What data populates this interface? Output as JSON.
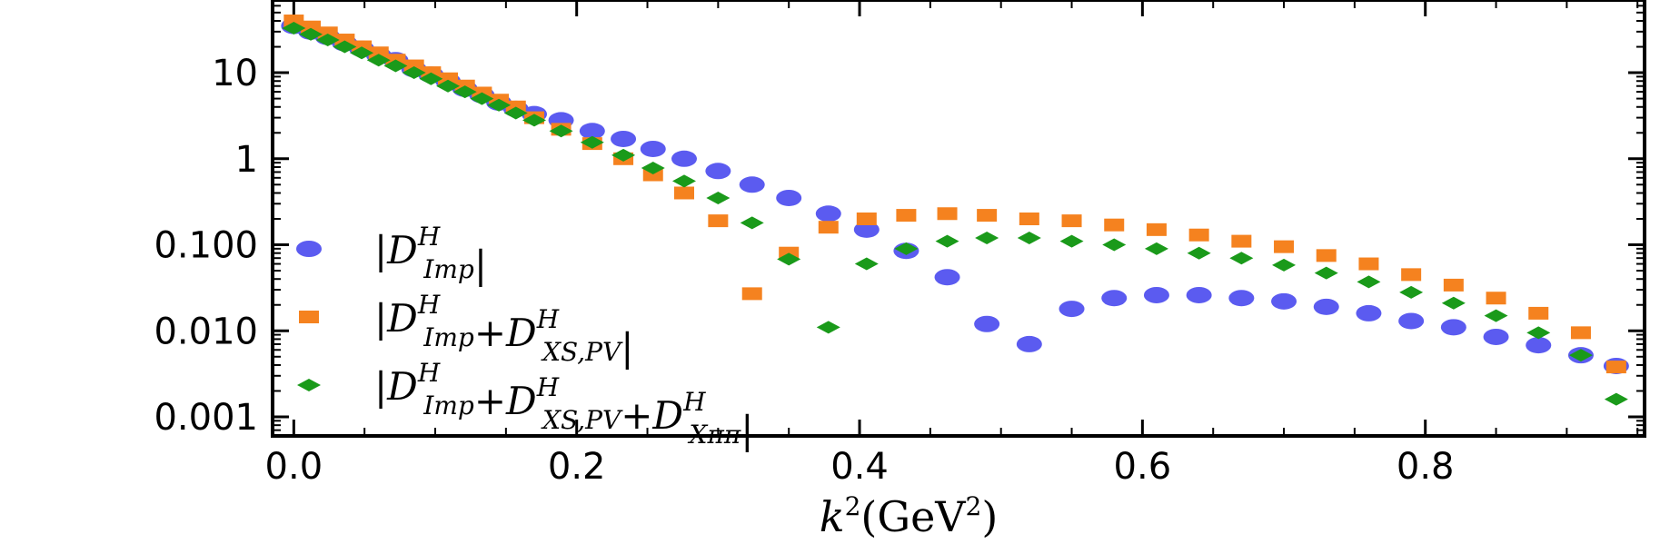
{
  "chart_data": {
    "type": "scatter",
    "title": "",
    "xlabel_main": "k",
    "xlabel_sup": "2",
    "xlabel_unit": "(GeV",
    "xlabel_unit_sup": "2",
    "xlabel_close": ")",
    "ylabel": "",
    "x_scale": "linear",
    "y_scale": "log",
    "xlim": [
      -0.015,
      0.955
    ],
    "ylim": [
      0.0006,
      70
    ],
    "x_ticks": [
      0.0,
      0.2,
      0.4,
      0.6,
      0.8
    ],
    "x_tick_labels": [
      "0.0",
      "0.2",
      "0.4",
      "0.6",
      "0.8"
    ],
    "y_ticks": [
      0.001,
      0.01,
      0.1,
      1,
      10
    ],
    "y_tick_labels": [
      "0.001",
      "0.010",
      "0.100",
      "1",
      "10"
    ],
    "legend_position": "lower-left",
    "series": [
      {
        "marker": "ellipse",
        "color": "#5b5bf0",
        "legend": {
          "prefix": "|D",
          "sup": "H",
          "parts": [
            {
              "sub": "Imp",
              "join": ""
            }
          ],
          "suffix": "|"
        },
        "points": [
          [
            0.0,
            35
          ],
          [
            0.012,
            30
          ],
          [
            0.024,
            26
          ],
          [
            0.036,
            22
          ],
          [
            0.048,
            19
          ],
          [
            0.06,
            16
          ],
          [
            0.072,
            14
          ],
          [
            0.085,
            11
          ],
          [
            0.097,
            9.5
          ],
          [
            0.109,
            8
          ],
          [
            0.121,
            6.5
          ],
          [
            0.133,
            5.5
          ],
          [
            0.145,
            4.5
          ],
          [
            0.157,
            3.8
          ],
          [
            0.17,
            3.3
          ],
          [
            0.189,
            2.8
          ],
          [
            0.211,
            2.1
          ],
          [
            0.233,
            1.7
          ],
          [
            0.254,
            1.3
          ],
          [
            0.276,
            1.0
          ],
          [
            0.3,
            0.72
          ],
          [
            0.324,
            0.5
          ],
          [
            0.35,
            0.35
          ],
          [
            0.378,
            0.23
          ],
          [
            0.405,
            0.15
          ],
          [
            0.433,
            0.085
          ],
          [
            0.462,
            0.042
          ],
          [
            0.49,
            0.012
          ],
          [
            0.52,
            0.007
          ],
          [
            0.55,
            0.018
          ],
          [
            0.58,
            0.024
          ],
          [
            0.61,
            0.026
          ],
          [
            0.64,
            0.026
          ],
          [
            0.67,
            0.024
          ],
          [
            0.7,
            0.022
          ],
          [
            0.73,
            0.019
          ],
          [
            0.76,
            0.016
          ],
          [
            0.79,
            0.013
          ],
          [
            0.82,
            0.011
          ],
          [
            0.85,
            0.0085
          ],
          [
            0.88,
            0.0068
          ],
          [
            0.91,
            0.0052
          ],
          [
            0.935,
            0.0039
          ]
        ]
      },
      {
        "marker": "square",
        "color": "#f5821f",
        "legend": {
          "prefix": "|D",
          "sup": "H",
          "parts": [
            {
              "sub": "Imp",
              "join": ""
            },
            {
              "sub": "XS,PV",
              "join": "+"
            }
          ],
          "suffix": "|"
        },
        "points": [
          [
            0.0,
            40
          ],
          [
            0.012,
            34
          ],
          [
            0.024,
            29
          ],
          [
            0.036,
            24
          ],
          [
            0.048,
            20
          ],
          [
            0.06,
            17
          ],
          [
            0.072,
            14
          ],
          [
            0.085,
            12
          ],
          [
            0.097,
            10
          ],
          [
            0.109,
            8.5
          ],
          [
            0.121,
            7
          ],
          [
            0.133,
            5.8
          ],
          [
            0.145,
            4.8
          ],
          [
            0.157,
            4.0
          ],
          [
            0.17,
            3.0
          ],
          [
            0.189,
            2.2
          ],
          [
            0.211,
            1.5
          ],
          [
            0.233,
            1.0
          ],
          [
            0.254,
            0.65
          ],
          [
            0.276,
            0.4
          ],
          [
            0.3,
            0.19
          ],
          [
            0.324,
            0.027
          ],
          [
            0.35,
            0.08
          ],
          [
            0.378,
            0.16
          ],
          [
            0.405,
            0.2
          ],
          [
            0.433,
            0.22
          ],
          [
            0.462,
            0.23
          ],
          [
            0.49,
            0.22
          ],
          [
            0.52,
            0.2
          ],
          [
            0.55,
            0.19
          ],
          [
            0.58,
            0.17
          ],
          [
            0.61,
            0.15
          ],
          [
            0.64,
            0.13
          ],
          [
            0.67,
            0.11
          ],
          [
            0.7,
            0.095
          ],
          [
            0.73,
            0.075
          ],
          [
            0.76,
            0.06
          ],
          [
            0.79,
            0.045
          ],
          [
            0.82,
            0.034
          ],
          [
            0.85,
            0.024
          ],
          [
            0.88,
            0.016
          ],
          [
            0.91,
            0.0095
          ],
          [
            0.935,
            0.0038
          ]
        ]
      },
      {
        "marker": "diamond",
        "color": "#1a9a1a",
        "legend": {
          "prefix": "|D",
          "sup": "H",
          "parts": [
            {
              "sub": "Imp",
              "join": ""
            },
            {
              "sub": "XS,PV",
              "join": "+"
            },
            {
              "sub": "Xππ",
              "join": "+"
            }
          ],
          "suffix": "|"
        },
        "points": [
          [
            0.0,
            33
          ],
          [
            0.012,
            28
          ],
          [
            0.024,
            24
          ],
          [
            0.036,
            20
          ],
          [
            0.048,
            17
          ],
          [
            0.06,
            14
          ],
          [
            0.072,
            12
          ],
          [
            0.085,
            10
          ],
          [
            0.097,
            8.5
          ],
          [
            0.109,
            7
          ],
          [
            0.121,
            6
          ],
          [
            0.133,
            5
          ],
          [
            0.145,
            4.2
          ],
          [
            0.157,
            3.4
          ],
          [
            0.17,
            2.8
          ],
          [
            0.189,
            2.1
          ],
          [
            0.211,
            1.55
          ],
          [
            0.233,
            1.1
          ],
          [
            0.254,
            0.78
          ],
          [
            0.276,
            0.55
          ],
          [
            0.3,
            0.35
          ],
          [
            0.324,
            0.18
          ],
          [
            0.35,
            0.068
          ],
          [
            0.378,
            0.011
          ],
          [
            0.405,
            0.06
          ],
          [
            0.433,
            0.09
          ],
          [
            0.462,
            0.11
          ],
          [
            0.49,
            0.12
          ],
          [
            0.52,
            0.12
          ],
          [
            0.55,
            0.11
          ],
          [
            0.58,
            0.1
          ],
          [
            0.61,
            0.09
          ],
          [
            0.64,
            0.08
          ],
          [
            0.67,
            0.07
          ],
          [
            0.7,
            0.058
          ],
          [
            0.73,
            0.047
          ],
          [
            0.76,
            0.037
          ],
          [
            0.79,
            0.028
          ],
          [
            0.82,
            0.021
          ],
          [
            0.85,
            0.015
          ],
          [
            0.88,
            0.0095
          ],
          [
            0.91,
            0.0052
          ],
          [
            0.935,
            0.0016
          ]
        ]
      }
    ]
  }
}
